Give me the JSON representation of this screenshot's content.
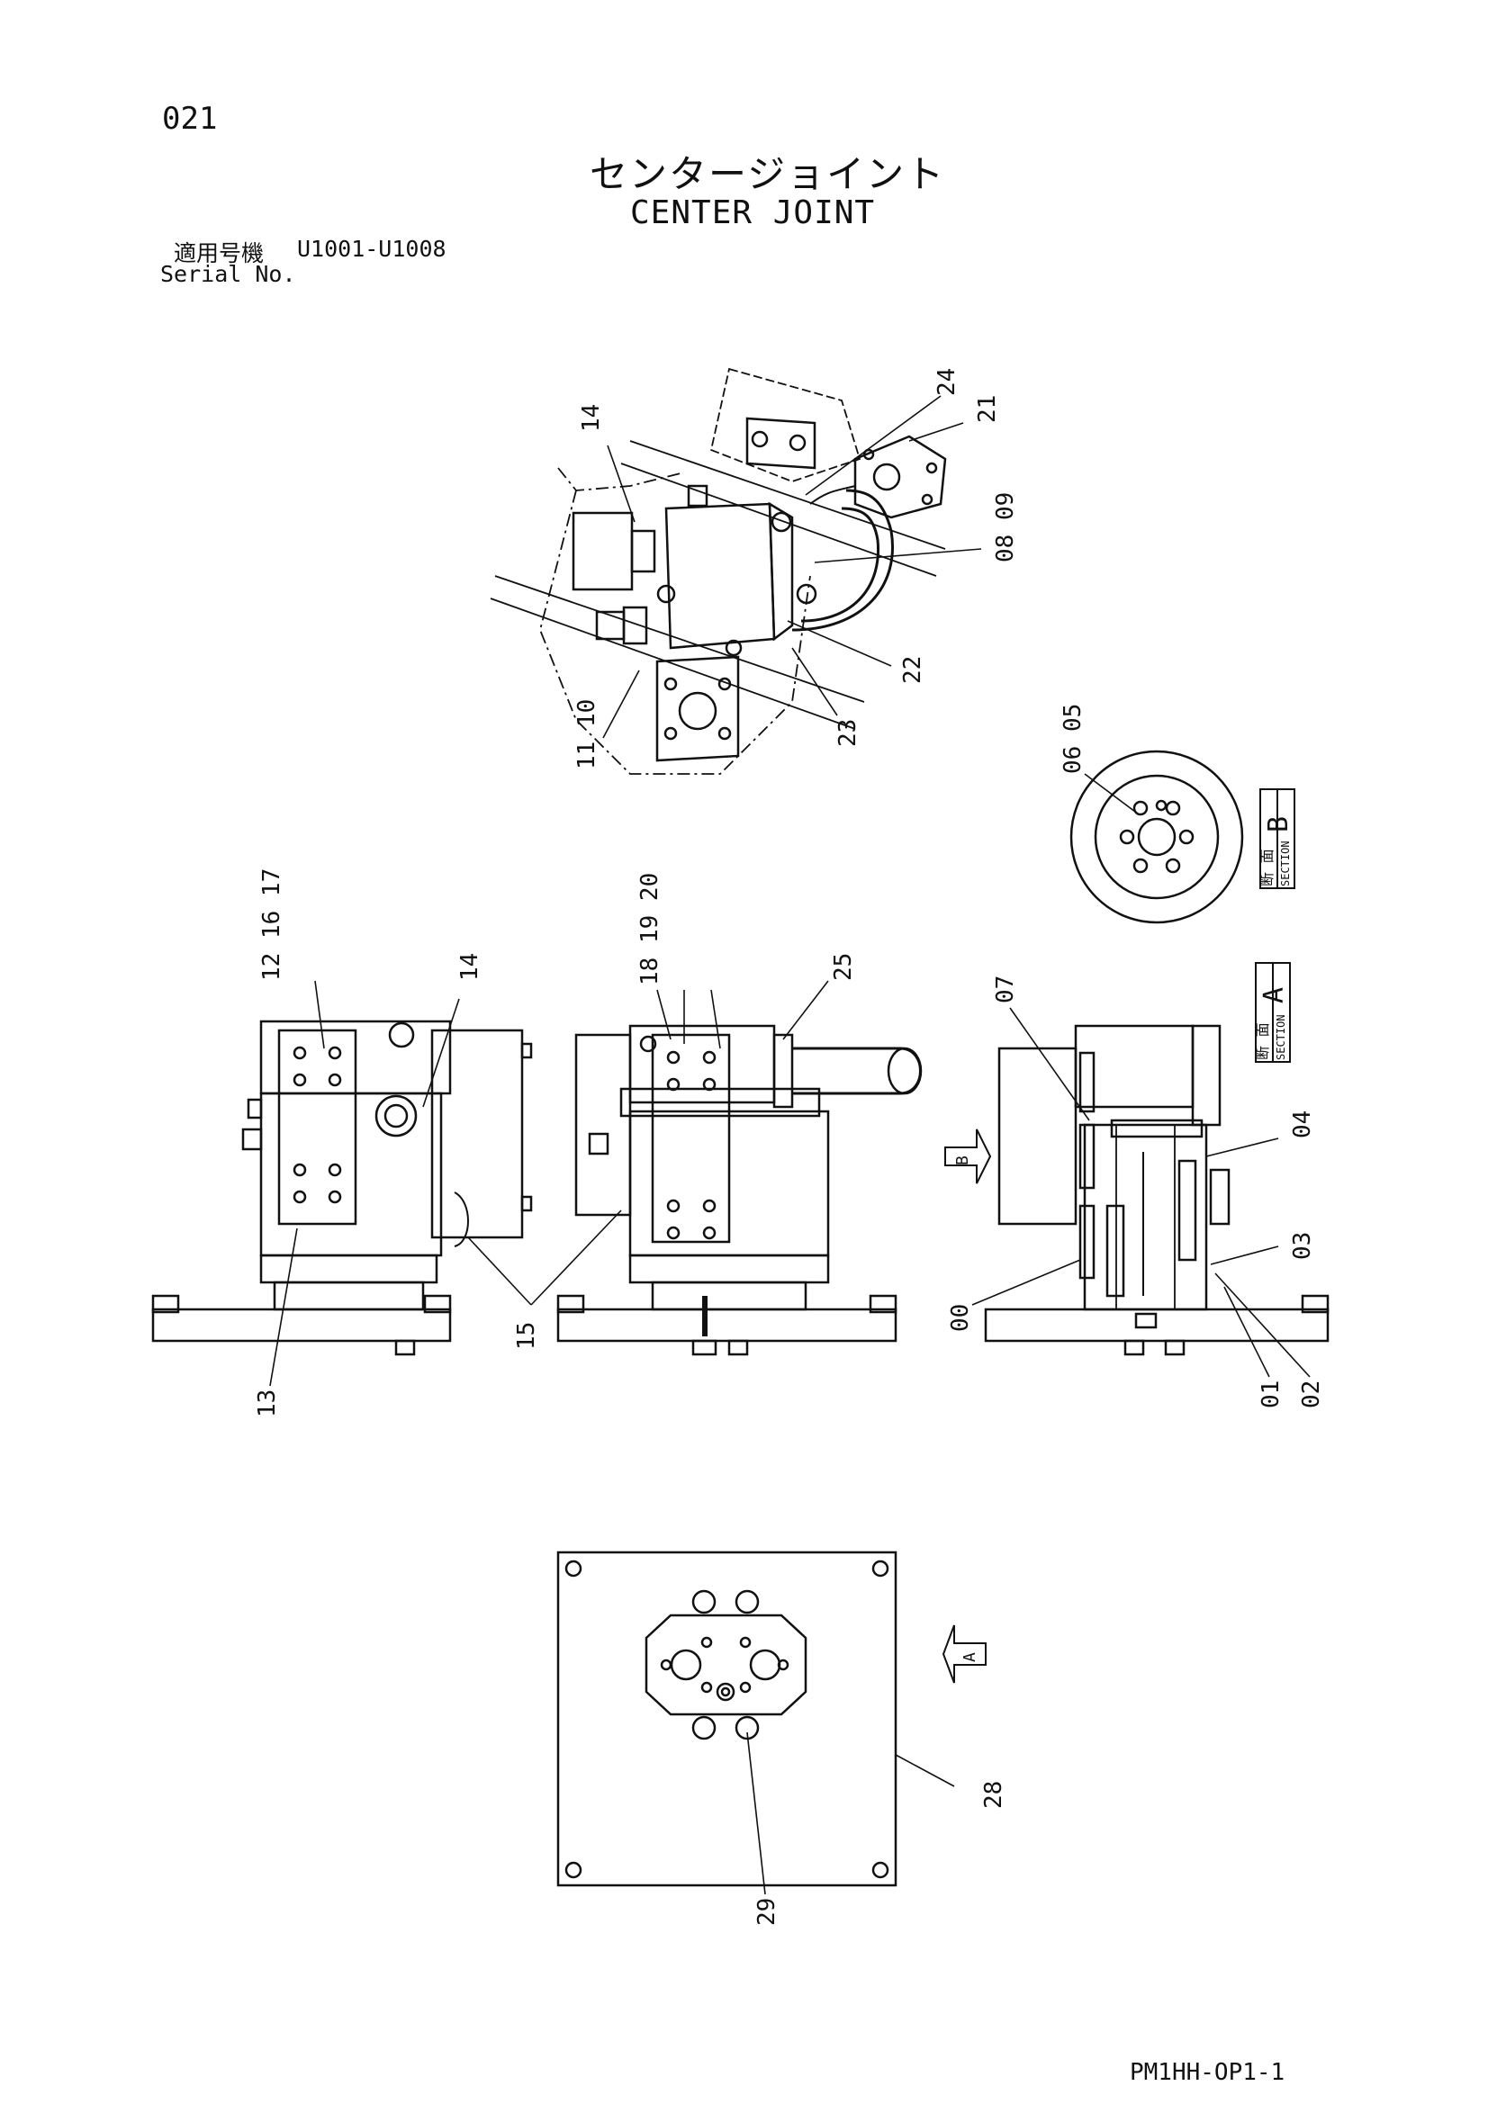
{
  "page_number": "021",
  "title": {
    "jp": "センタージョイント",
    "en": "CENTER JOINT"
  },
  "serial": {
    "label_jp": "適用号機",
    "range": "U1001-U1008",
    "label_en": "Serial No."
  },
  "document_code": "PM1HH-OP1-1",
  "section_labels": {
    "b": {
      "jp": "断 面",
      "en": "SECTION",
      "letter": "B"
    },
    "a": {
      "jp": "断 面",
      "en": "SECTION",
      "letter": "A"
    }
  },
  "view_arrows": {
    "b": "B",
    "a": "A"
  },
  "callouts": {
    "top_view": [
      "14",
      "24",
      "21",
      "08 09",
      "22",
      "23",
      "11 10"
    ],
    "section_b": [
      "06 05"
    ],
    "left_view": [
      "12 16 17",
      "14",
      "13",
      "15"
    ],
    "middle_view": [
      "18 19 20",
      "25"
    ],
    "section_a": [
      "07",
      "04",
      "03",
      "00",
      "01",
      "02"
    ],
    "bottom_view": [
      "28",
      "29"
    ]
  }
}
